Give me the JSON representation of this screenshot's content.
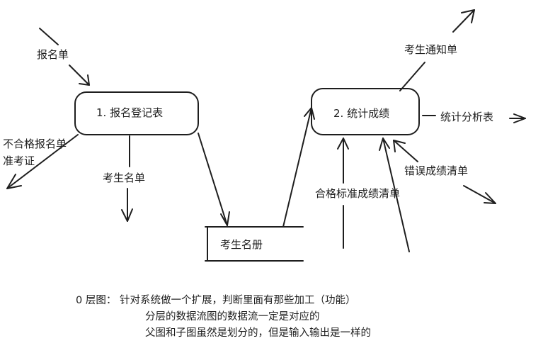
{
  "processes": {
    "p1": "1. 报名登记表",
    "p2": "2. 统计成绩"
  },
  "datastore": "考生名册",
  "flows": {
    "signup_form": "报名单",
    "rejected": "不合格报名单",
    "admission_ticket": "准考证",
    "student_list": "考生名单",
    "notice": "考生通知单",
    "analysis": "统计分析表",
    "error_list": "错误成绩清单",
    "qualified_list": "合格标准成绩清单"
  },
  "notes": [
    "0 层图： 针对系统做一个扩展，判断里面有那些加工（功能）",
    "分层的数据流图的数据流一定是对应的",
    "父图和子图虽然是划分的，但是输入输出是一样的"
  ],
  "colors": {
    "stroke": "#1e1e1e",
    "background": "#ffffff"
  }
}
